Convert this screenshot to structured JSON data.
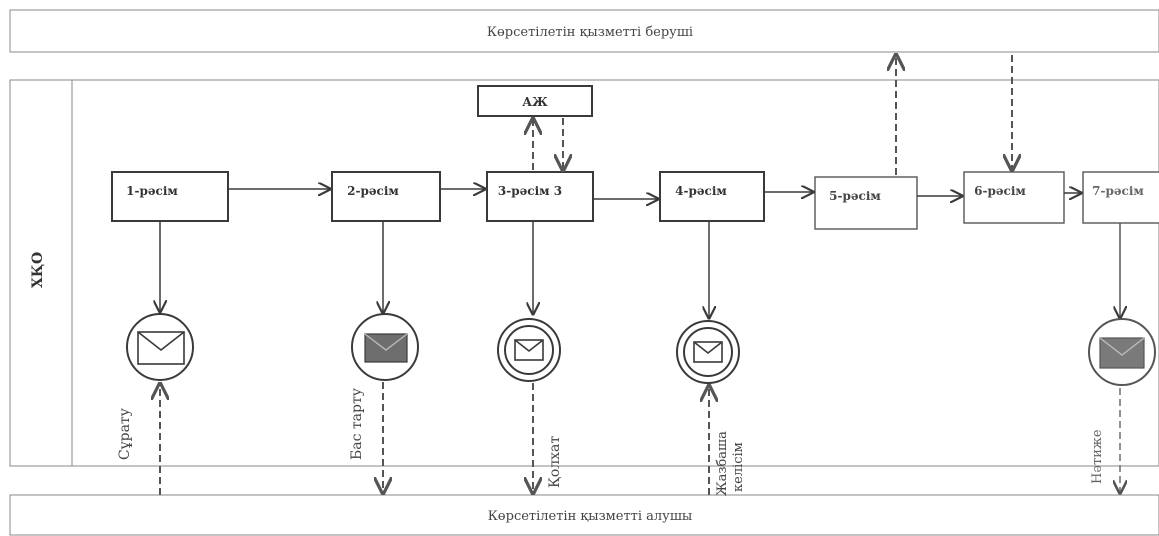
{
  "lanes": {
    "top": "Көрсетілетін қызметті беруші",
    "side": "ХҚО",
    "bottom": "Көрсетілетін қызметті алушы"
  },
  "boxes": {
    "aj": "АЖ",
    "b1": "1-рәсім",
    "b2": "2-рәсім",
    "b3": "3-рәсім 3",
    "b4": "4-рәсім",
    "b5": "5-рәсім",
    "b6": "6-рәсім",
    "b7": "7-рәсім"
  },
  "messages": {
    "m1": "Сұрату",
    "m2": "Бас тарту",
    "m3": "Қолхат",
    "m4a": "Жазбаша",
    "m4b": "келісім",
    "m7": "Нәтиже"
  },
  "icons": {
    "envelope_open": "envelope-icon",
    "envelope_filled": "envelope-filled-icon"
  },
  "colors": {
    "line": "#3a3a3a",
    "lane_border": "#8a8a8a",
    "envelope_fill": "#6e6e6e"
  }
}
